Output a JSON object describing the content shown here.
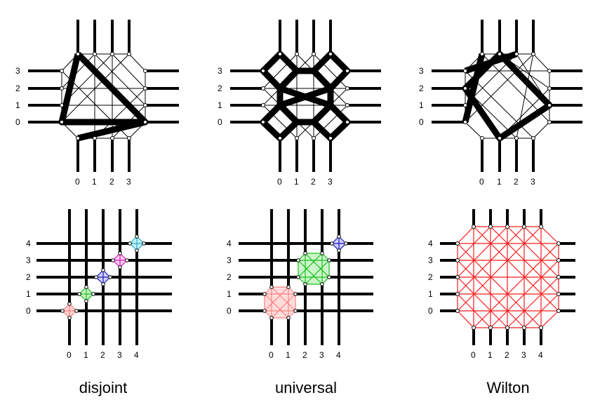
{
  "captions": {
    "disjoint": "disjoint",
    "universal": "universal",
    "wilton": "Wilton"
  },
  "top_row_labels": [
    "0",
    "1",
    "2",
    "3"
  ],
  "bottom_row_labels": [
    "0",
    "1",
    "2",
    "3",
    "4"
  ],
  "colors": {
    "track": "#000000",
    "wilton_links": "#ff1a1a",
    "switch_0": "#ff8080",
    "switch_1": "#18c018",
    "switch_2": "#1818c0",
    "switch_3": "#e010c0",
    "switch_4": "#20b0c8",
    "universal_lower": "#ff8080",
    "universal_middle": "#18c018",
    "universal_upper": "#1818c0"
  }
}
